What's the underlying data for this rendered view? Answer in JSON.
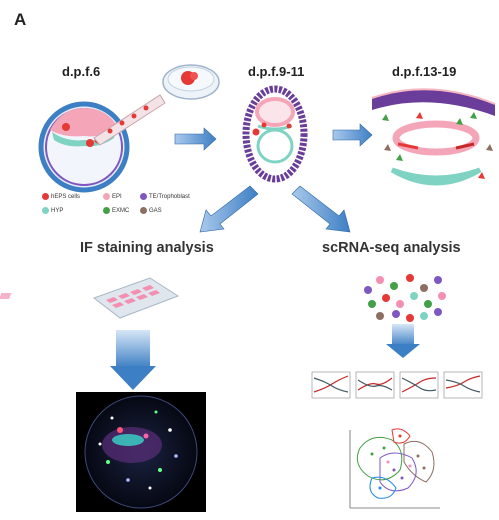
{
  "panel_label": "A",
  "stages": [
    {
      "label": "d.p.f.6"
    },
    {
      "label": "d.p.f.9-11"
    },
    {
      "label": "d.p.f.13-19"
    }
  ],
  "legend": [
    {
      "label": "hEPS cells",
      "color": "#e53935"
    },
    {
      "label": "EPI",
      "color": "#f4a6b8"
    },
    {
      "label": "TE/Trophoblast",
      "color": "#7e57c2"
    },
    {
      "label": "HYP",
      "color": "#7fd3c3"
    },
    {
      "label": "EXMC",
      "color": "#43a047"
    },
    {
      "label": "GAS",
      "color": "#8d6e63"
    }
  ],
  "analyses": {
    "if_label": "IF staining analysis",
    "seq_label": "scRNA-seq analysis"
  },
  "colors": {
    "arrow_blue": "#3d7fc4",
    "trophoblast": "#6a3d9a",
    "epi_pink": "#f7b6c2",
    "hyp_teal": "#8fd6c6"
  }
}
